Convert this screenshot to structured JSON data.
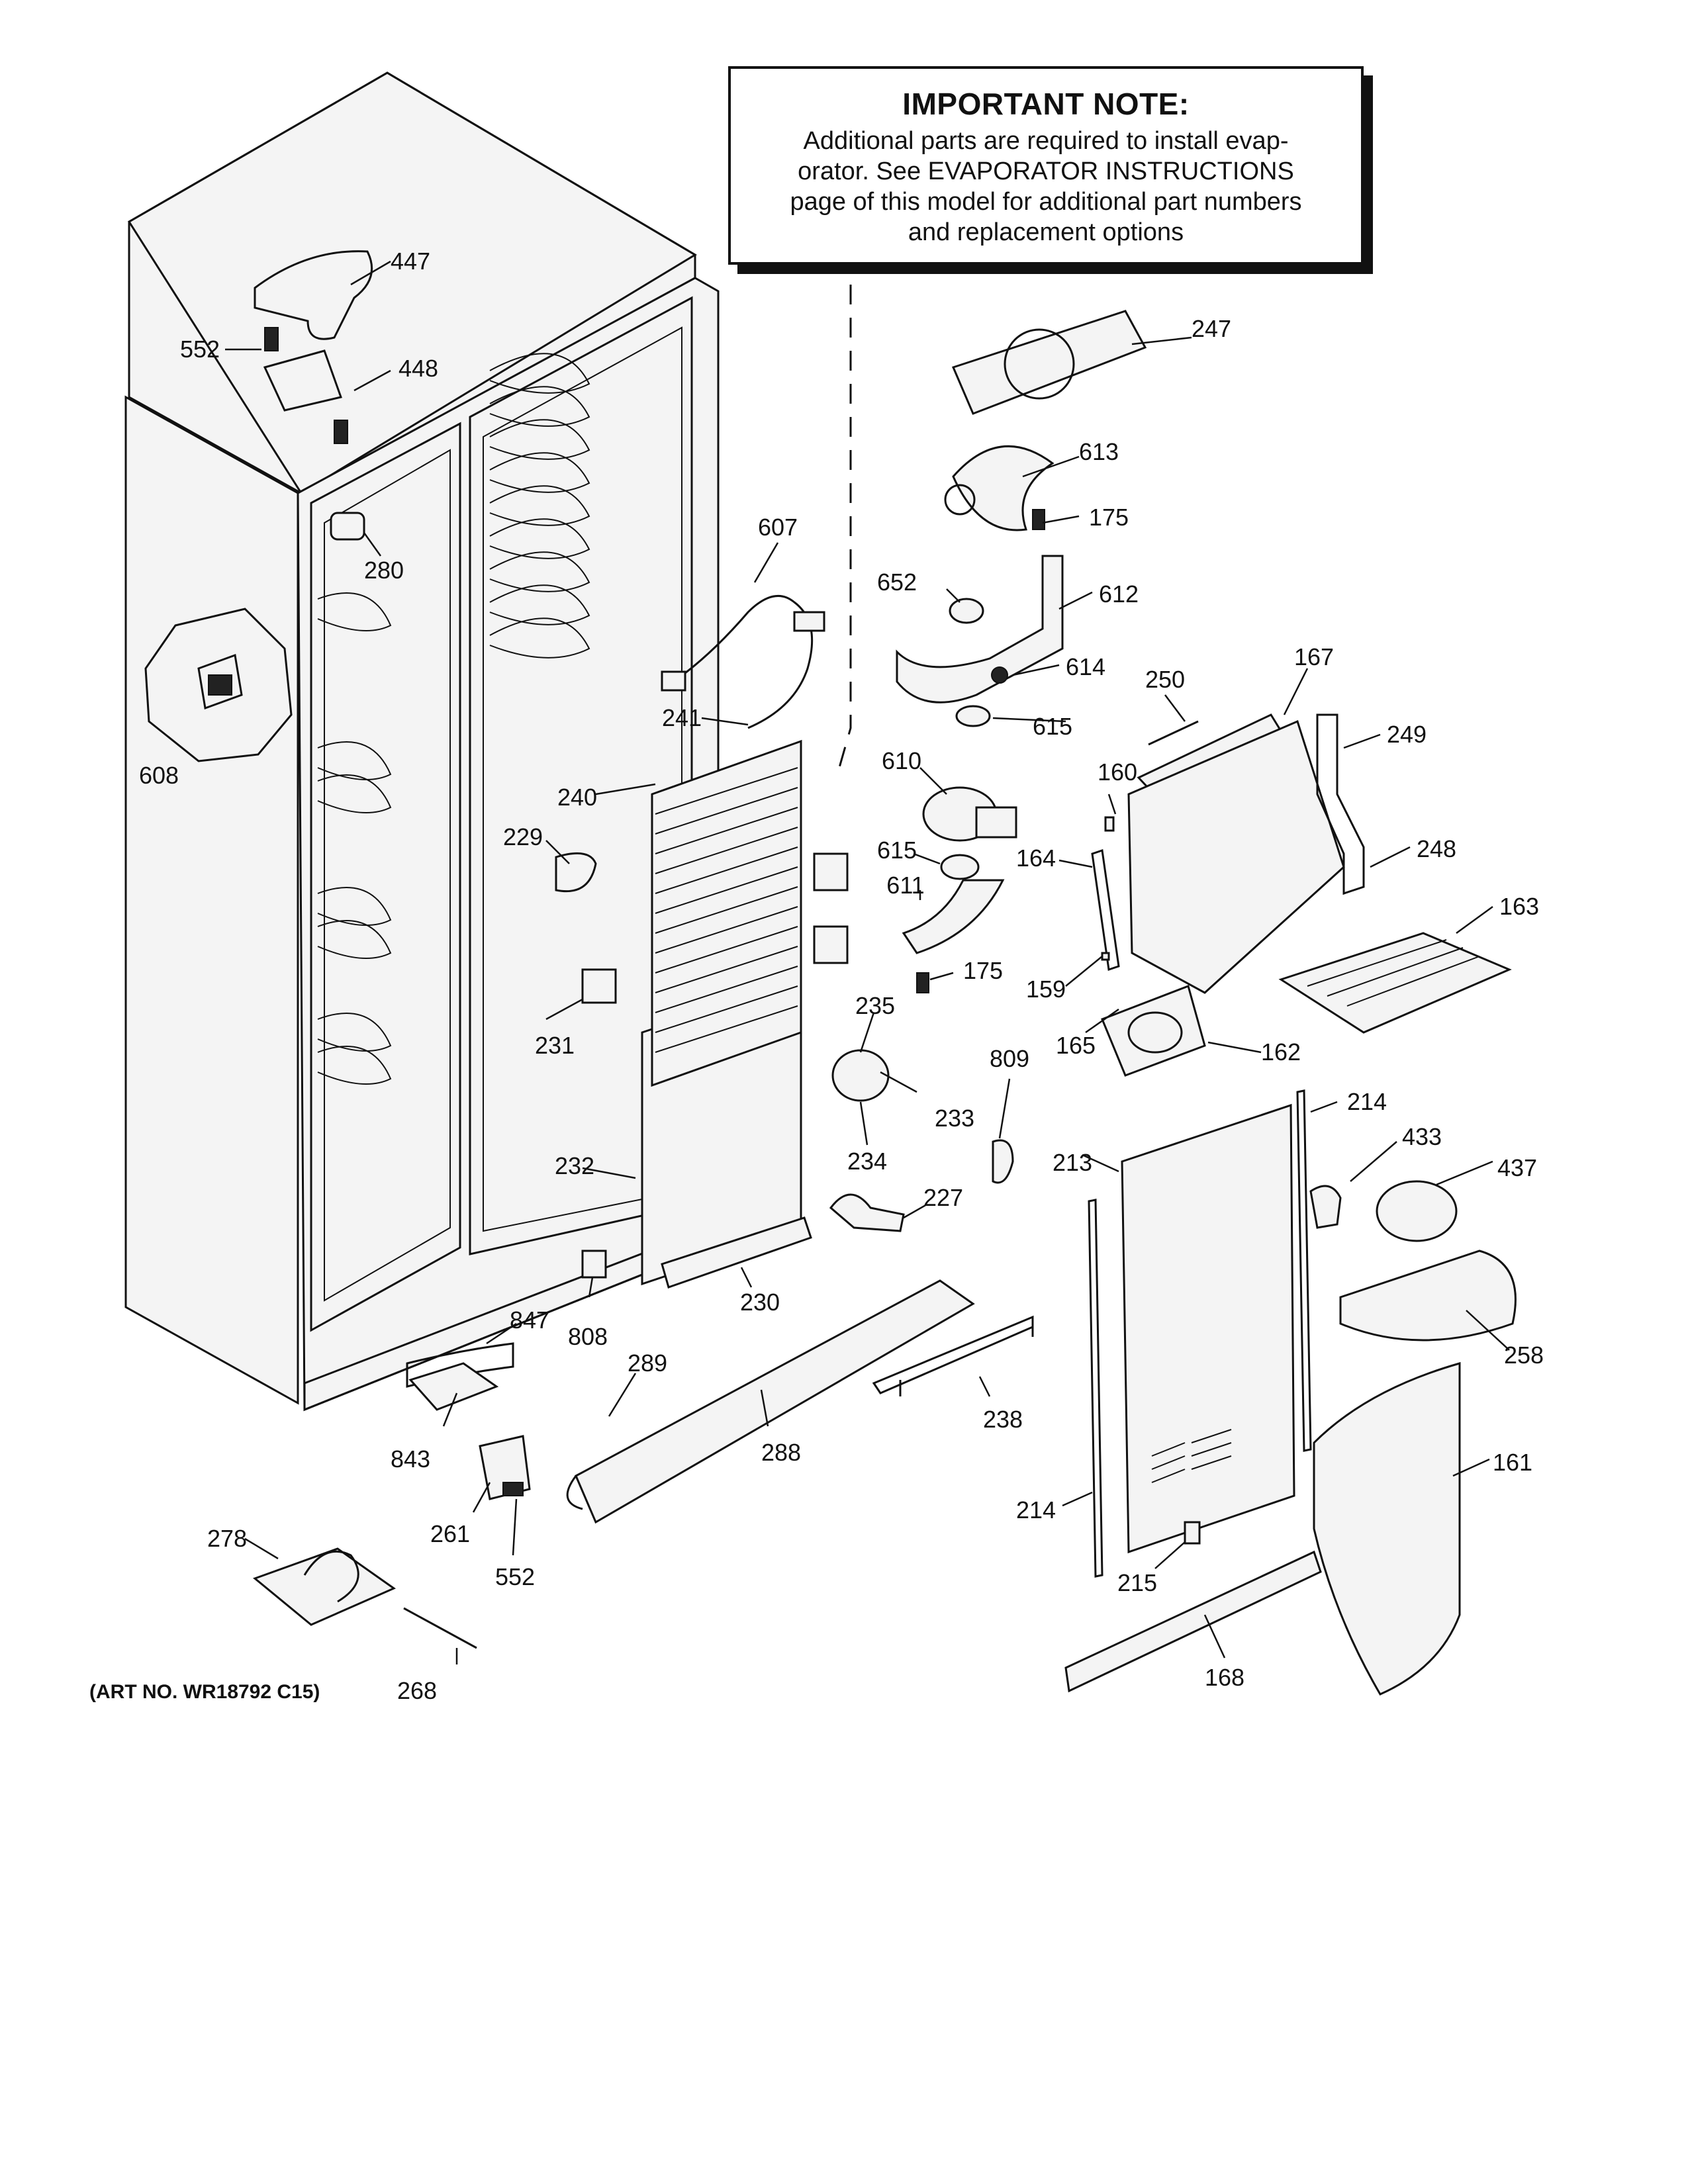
{
  "note": {
    "title": "IMPORTANT NOTE:",
    "lines": [
      "Additional parts are required to install evap-",
      "orator.  See EVAPORATOR INSTRUCTIONS",
      "page of this model for additional part numbers",
      "and replacement options"
    ]
  },
  "art_number": "(ART NO. WR18792 C15)",
  "parts": [
    {
      "id": "p447",
      "number": "447"
    },
    {
      "id": "p552a",
      "number": "552"
    },
    {
      "id": "p448",
      "number": "448"
    },
    {
      "id": "p280",
      "number": "280"
    },
    {
      "id": "p608",
      "number": "608"
    },
    {
      "id": "p607",
      "number": "607"
    },
    {
      "id": "p241",
      "number": "241"
    },
    {
      "id": "p240",
      "number": "240"
    },
    {
      "id": "p229",
      "number": "229"
    },
    {
      "id": "p231",
      "number": "231"
    },
    {
      "id": "p232",
      "number": "232"
    },
    {
      "id": "p230",
      "number": "230"
    },
    {
      "id": "p808",
      "number": "808"
    },
    {
      "id": "p847",
      "number": "847"
    },
    {
      "id": "p843",
      "number": "843"
    },
    {
      "id": "p289",
      "number": "289"
    },
    {
      "id": "p288",
      "number": "288"
    },
    {
      "id": "p261",
      "number": "261"
    },
    {
      "id": "p552b",
      "number": "552"
    },
    {
      "id": "p278",
      "number": "278"
    },
    {
      "id": "p268",
      "number": "268"
    },
    {
      "id": "p247",
      "number": "247"
    },
    {
      "id": "p613",
      "number": "613"
    },
    {
      "id": "p175a",
      "number": "175"
    },
    {
      "id": "p652",
      "number": "652"
    },
    {
      "id": "p612",
      "number": "612"
    },
    {
      "id": "p614",
      "number": "614"
    },
    {
      "id": "p615a",
      "number": "615"
    },
    {
      "id": "p610",
      "number": "610"
    },
    {
      "id": "p615b",
      "number": "615"
    },
    {
      "id": "p611",
      "number": "611"
    },
    {
      "id": "p175b",
      "number": "175"
    },
    {
      "id": "p235",
      "number": "235"
    },
    {
      "id": "p233",
      "number": "233"
    },
    {
      "id": "p234",
      "number": "234"
    },
    {
      "id": "p227",
      "number": "227"
    },
    {
      "id": "p809",
      "number": "809"
    },
    {
      "id": "p238",
      "number": "238"
    },
    {
      "id": "p250",
      "number": "250"
    },
    {
      "id": "p167",
      "number": "167"
    },
    {
      "id": "p249",
      "number": "249"
    },
    {
      "id": "p160",
      "number": "160"
    },
    {
      "id": "p164",
      "number": "164"
    },
    {
      "id": "p248",
      "number": "248"
    },
    {
      "id": "p163",
      "number": "163"
    },
    {
      "id": "p159",
      "number": "159"
    },
    {
      "id": "p165",
      "number": "165"
    },
    {
      "id": "p162",
      "number": "162"
    },
    {
      "id": "p214a",
      "number": "214"
    },
    {
      "id": "p213",
      "number": "213"
    },
    {
      "id": "p433",
      "number": "433"
    },
    {
      "id": "p437",
      "number": "437"
    },
    {
      "id": "p258",
      "number": "258"
    },
    {
      "id": "p161",
      "number": "161"
    },
    {
      "id": "p214b",
      "number": "214"
    },
    {
      "id": "p215",
      "number": "215"
    },
    {
      "id": "p168",
      "number": "168"
    }
  ]
}
